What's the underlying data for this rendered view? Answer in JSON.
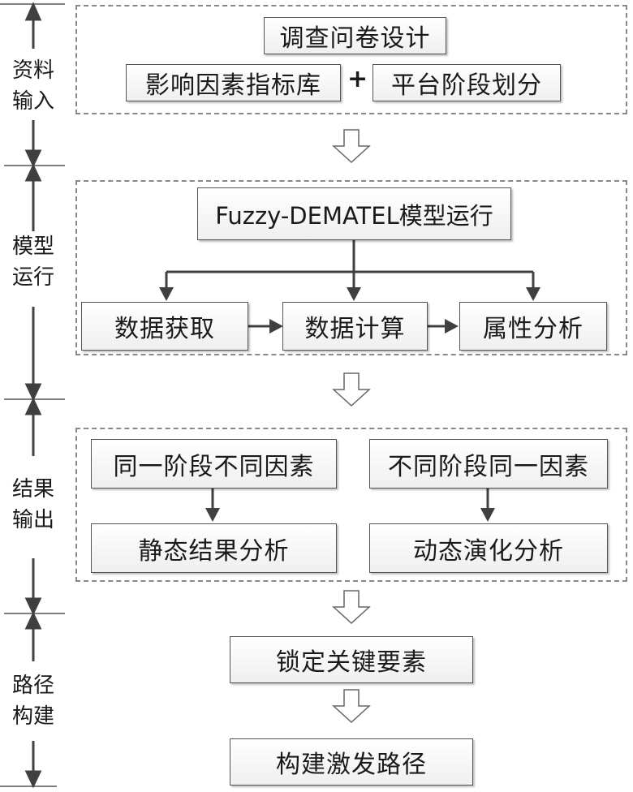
{
  "stages": [
    {
      "label_line1": "资料",
      "label_line2": "输入"
    },
    {
      "label_line1": "模型",
      "label_line2": "运行"
    },
    {
      "label_line1": "结果",
      "label_line2": "输出"
    },
    {
      "label_line1": "路径",
      "label_line2": "构建"
    }
  ],
  "input": {
    "survey": "调查问卷设计",
    "indicator_library": "影响因素指标库",
    "plus": "+",
    "stage_division": "平台阶段划分"
  },
  "model": {
    "title": "Fuzzy-DEMATEL模型运行",
    "steps": [
      "数据获取",
      "数据计算",
      "属性分析"
    ]
  },
  "output": {
    "left_top": "同一阶段不同因素",
    "left_bottom": "静态结果分析",
    "right_top": "不同阶段同一因素",
    "right_bottom": "动态演化分析"
  },
  "path": {
    "lock": "锁定关键要素",
    "build": "构建激发路径"
  },
  "colors": {
    "line": "#404040",
    "dash": "#888888",
    "box_border": "#555555"
  }
}
